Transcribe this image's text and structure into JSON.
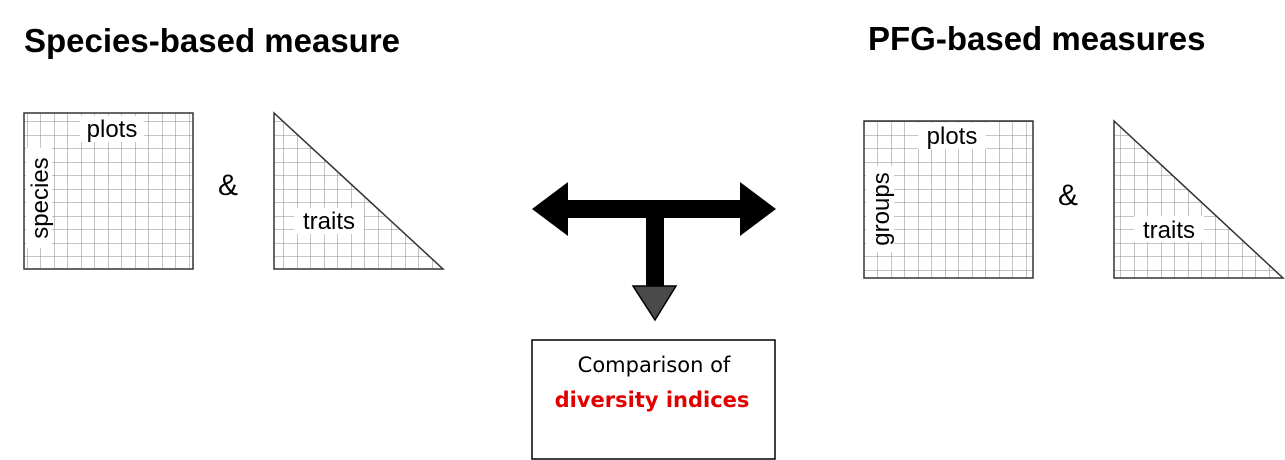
{
  "left_panel": {
    "heading": "Species-based measure",
    "matrix_top_label": "plots",
    "matrix_side_label": "species",
    "ampersand": "&",
    "triangle_label": "traits"
  },
  "right_panel": {
    "heading": "PFG-based measures",
    "matrix_top_label": "plots",
    "matrix_side_label": "groups",
    "ampersand": "&",
    "triangle_label": "traits"
  },
  "result_box": {
    "line1": "Comparison of",
    "line2": "diversity indices"
  },
  "colors": {
    "grid_line": "#8a8a8a",
    "outline": "#333333",
    "arrow": "#000000",
    "highlight": "#e00000"
  }
}
